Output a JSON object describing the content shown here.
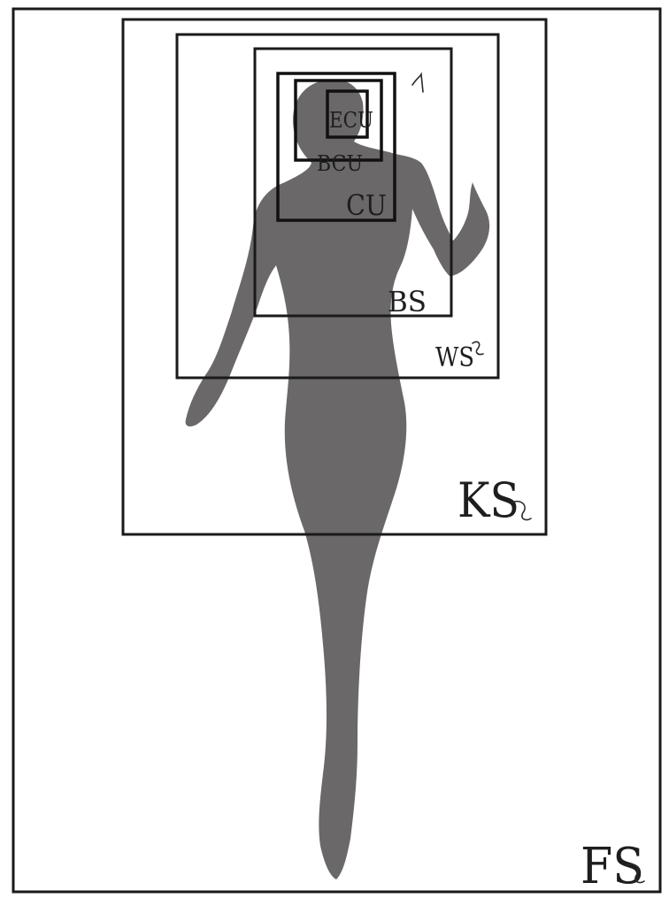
{
  "title": "",
  "colors": {
    "figure": "#6a6868",
    "frame": "#1a1a1a",
    "background": "#ffffff"
  },
  "figure": {
    "icon": "standing-person-silhouette-icon"
  },
  "shots": [
    {
      "key": "fs",
      "label": "FS"
    },
    {
      "key": "ks",
      "label": "KS"
    },
    {
      "key": "ws",
      "label": "WS"
    },
    {
      "key": "bs",
      "label": "BS"
    },
    {
      "key": "cu",
      "label": "CU"
    },
    {
      "key": "bcu",
      "label": "BCU"
    },
    {
      "key": "ecu",
      "label": "ECU"
    }
  ]
}
